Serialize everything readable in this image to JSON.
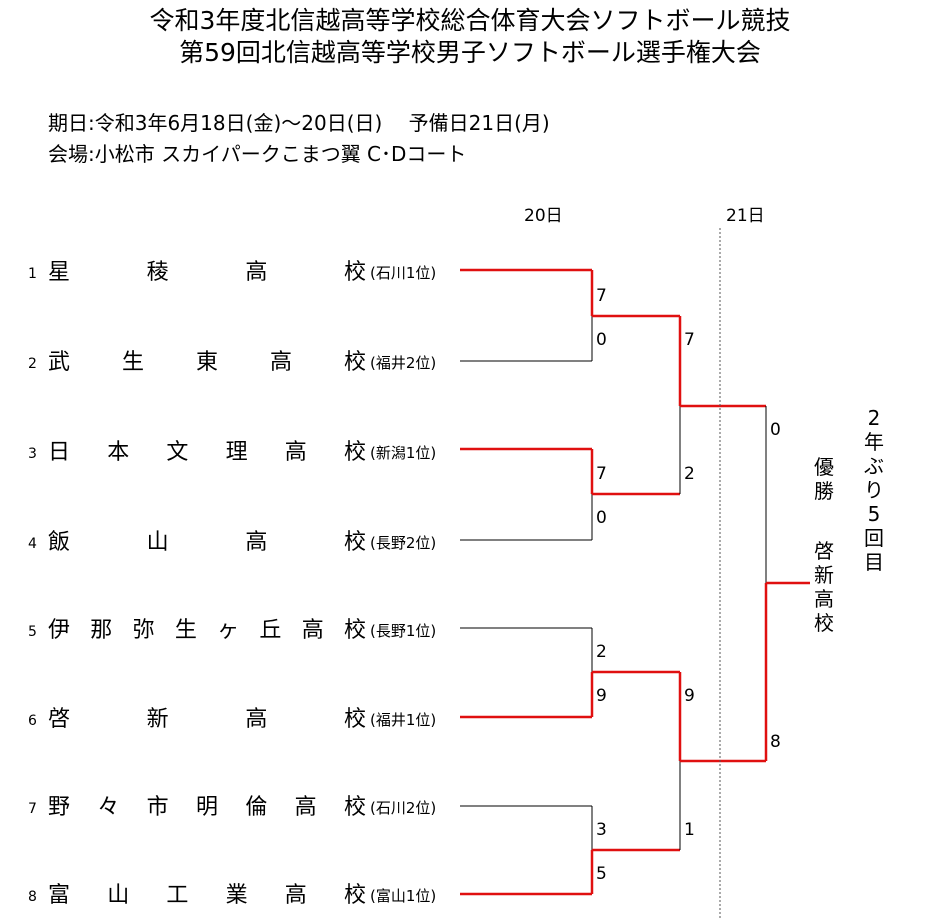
{
  "header": {
    "title_line1": "令和3年度北信越高等学校総合体育大会ソフトボール競技",
    "title_line2": "第59回北信越高等学校男子ソフトボール選手権大会"
  },
  "info": {
    "date": "期日:令和3年6月18日(金)～20日(日)　 予備日21日(月)",
    "venue": "会場:小松市  スカイパークこまつ翼  C･Dコート"
  },
  "days": {
    "day1": "20日",
    "day2": "21日"
  },
  "teams": [
    {
      "seed": "1",
      "name": "星稜高校",
      "pref": "(石川1位)"
    },
    {
      "seed": "2",
      "name": "武生東高校",
      "pref": "(福井2位)"
    },
    {
      "seed": "3",
      "name": "日本文理高校",
      "pref": "(新潟1位)"
    },
    {
      "seed": "4",
      "name": "飯山高校",
      "pref": "(長野2位)"
    },
    {
      "seed": "5",
      "name": "伊那弥生ヶ丘高校",
      "pref": "(長野1位)"
    },
    {
      "seed": "6",
      "name": "啓新高校",
      "pref": "(福井1位)"
    },
    {
      "seed": "7",
      "name": "野々市明倫高校",
      "pref": "(石川2位)"
    },
    {
      "seed": "8",
      "name": "富山工業高校",
      "pref": "(富山1位)"
    }
  ],
  "scores": {
    "r1": [
      {
        "top": "7",
        "bottom": "0"
      },
      {
        "top": "7",
        "bottom": "0"
      },
      {
        "top": "2",
        "bottom": "9"
      },
      {
        "top": "3",
        "bottom": "5"
      }
    ],
    "r2": [
      {
        "top": "7",
        "bottom": "2"
      },
      {
        "top": "9",
        "bottom": "1"
      }
    ],
    "final": {
      "top": "0",
      "bottom": "8"
    }
  },
  "result": {
    "label": "優勝",
    "champion": "啓新高校",
    "note": "2年ぶり5回目"
  },
  "colors": {
    "winner_line": "#e01010",
    "line": "#000000"
  }
}
